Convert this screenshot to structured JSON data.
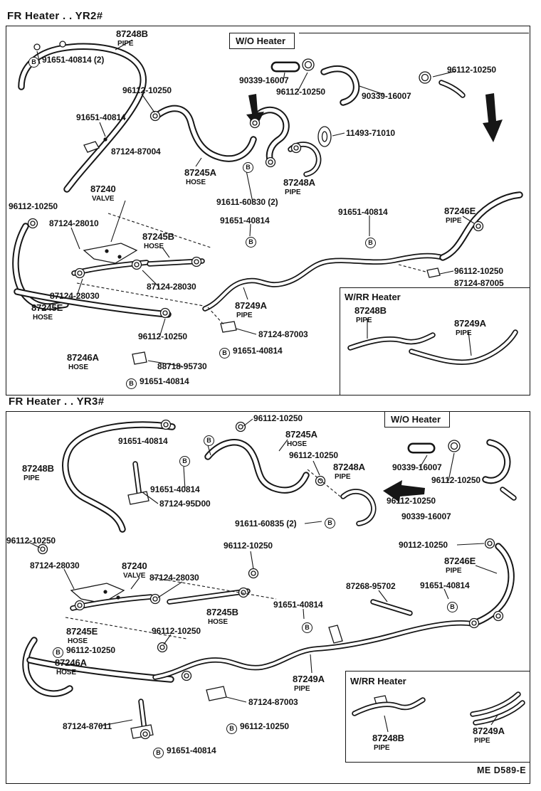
{
  "glyphs": {
    "marker": "B"
  },
  "footer": {
    "code": "ME D589-E"
  },
  "s1": {
    "title": "FR Heater . . YR2#",
    "boxes": {
      "wo": "W/O Heater",
      "wrr": "W/RR Heater"
    },
    "labels": [
      {
        "text": "87248B",
        "sub": "PIPE"
      },
      {
        "text": "91651-40814 (2)"
      },
      {
        "text": "96112-10250"
      },
      {
        "text": "91651-40814"
      },
      {
        "text": "87124-87004"
      },
      {
        "text": "87245A",
        "sub": "HOSE"
      },
      {
        "text": "87240",
        "sub": "VALVE"
      },
      {
        "text": "96112-10250"
      },
      {
        "text": "87124-28010"
      },
      {
        "text": "87245B",
        "sub": "HOSE"
      },
      {
        "text": "87124-28030"
      },
      {
        "text": "87124-28030"
      },
      {
        "text": "87245E",
        "sub": "HOSE"
      },
      {
        "text": "87249A",
        "sub": "PIPE"
      },
      {
        "text": "96112-10250"
      },
      {
        "text": "87246A",
        "sub": "HOSE"
      },
      {
        "text": "88718-95730"
      },
      {
        "text": "91651-40814"
      },
      {
        "text": "87124-87003"
      },
      {
        "text": "91651-40814"
      },
      {
        "text": "90339-16007"
      },
      {
        "text": "96112-10250"
      },
      {
        "text": "90339-16007"
      },
      {
        "text": "96112-10250"
      },
      {
        "text": "11493-71010"
      },
      {
        "text": "87248A",
        "sub": "PIPE"
      },
      {
        "text": "91611-60830 (2)"
      },
      {
        "text": "91651-40814"
      },
      {
        "text": "91651-40814"
      },
      {
        "text": "87246E",
        "sub": "PIPE"
      },
      {
        "text": "96112-10250"
      },
      {
        "text": "87124-87005"
      },
      {
        "text": "87248B",
        "sub": "PIPE"
      },
      {
        "text": "87249A",
        "sub": "PIPE"
      }
    ]
  },
  "s2": {
    "title": "FR Heater . . YR3#",
    "boxes": {
      "wo": "W/O Heater",
      "wrr": "W/RR Heater"
    },
    "labels": [
      {
        "text": "96112-10250"
      },
      {
        "text": "91651-40814"
      },
      {
        "text": "87245A",
        "sub": "HOSE"
      },
      {
        "text": "96112-10250"
      },
      {
        "text": "87248B",
        "sub": "PIPE"
      },
      {
        "text": "87248A",
        "sub": "PIPE"
      },
      {
        "text": "91651-40814"
      },
      {
        "text": "87124-95D00"
      },
      {
        "text": "91611-60835 (2)"
      },
      {
        "text": "90339-16007"
      },
      {
        "text": "96112-10250"
      },
      {
        "text": "96112-10250"
      },
      {
        "text": "90339-16007"
      },
      {
        "text": "96112-10250"
      },
      {
        "text": "87124-28030"
      },
      {
        "text": "87240",
        "sub": "VALVE"
      },
      {
        "text": "87124-28030"
      },
      {
        "text": "96112-10250"
      },
      {
        "text": "90112-10250"
      },
      {
        "text": "87246E",
        "sub": "PIPE"
      },
      {
        "text": "87268-95702"
      },
      {
        "text": "91651-40814"
      },
      {
        "text": "87245B",
        "sub": "HOSE"
      },
      {
        "text": "91651-40814"
      },
      {
        "text": "87245E",
        "sub": "HOSE"
      },
      {
        "text": "96112-10250"
      },
      {
        "text": "96112-10250"
      },
      {
        "text": "87246A",
        "sub": "HOSE"
      },
      {
        "text": "87249A",
        "sub": "PIPE"
      },
      {
        "text": "87124-87003"
      },
      {
        "text": "96112-10250"
      },
      {
        "text": "87124-87011"
      },
      {
        "text": "91651-40814"
      },
      {
        "text": "87248B",
        "sub": "PIPE"
      },
      {
        "text": "87249A",
        "sub": "PIPE"
      }
    ]
  }
}
